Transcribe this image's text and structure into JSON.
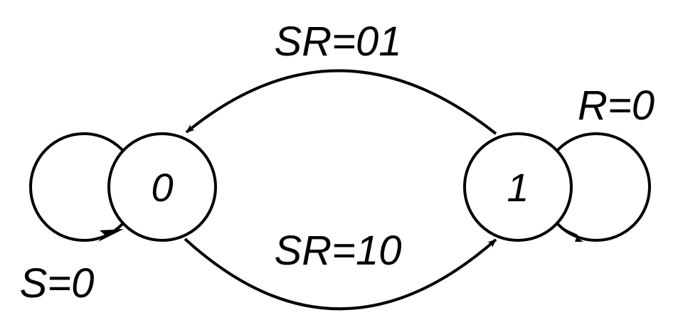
{
  "states": [
    {
      "id": "s0",
      "label": "0"
    },
    {
      "id": "s1",
      "label": "1"
    }
  ],
  "transitions": [
    {
      "from": "1",
      "to": "0",
      "label": "SR=01"
    },
    {
      "from": "0",
      "to": "1",
      "label": "SR=10"
    },
    {
      "from": "0",
      "to": "0",
      "label": "S=0"
    },
    {
      "from": "1",
      "to": "1",
      "label": "R=0"
    }
  ],
  "colors": {
    "stroke": "#000000",
    "background": "#ffffff"
  }
}
